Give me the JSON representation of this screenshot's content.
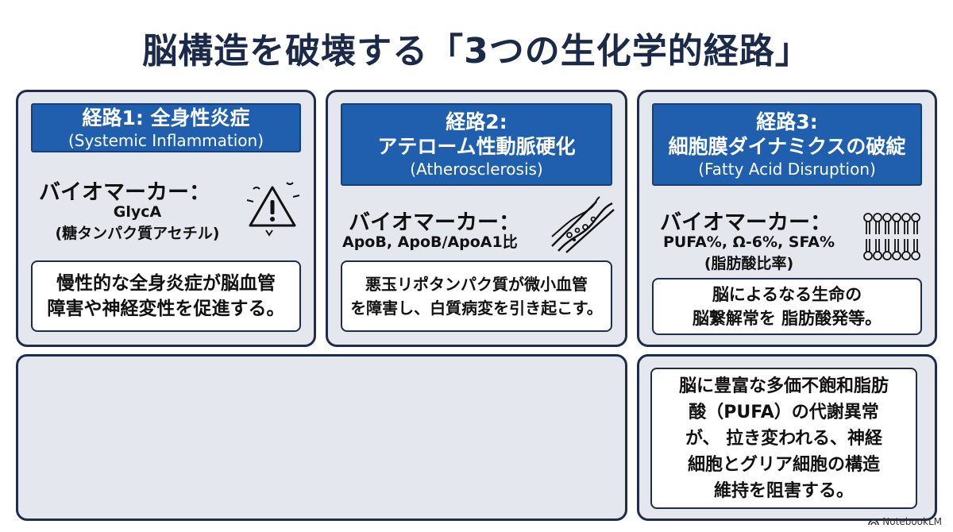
{
  "title": "脳構造を破壊する「3つの生化学的経路」",
  "bio_label": "バイオマーカー：",
  "pathways": [
    {
      "head_line1": "経路1: 全身性炎症",
      "head_line2": "(Systemic Inflammation)",
      "biomarkers": [
        "GlycA",
        "(糖タンパク質アセチル)"
      ],
      "icon": "warning-icon",
      "description": [
        "慢性的な全身炎症が脳血管",
        "障害や神経変性を促進する。"
      ]
    },
    {
      "head_line0": "経路2:",
      "head_line1": "アテローム性動脈硬化",
      "head_line2": "(Atherosclerosis)",
      "biomarkers": [
        "ApoB, ApoB/ApoA1比"
      ],
      "icon": "artery-icon",
      "description": [
        "悪玉リポタンパク質が微小血管",
        "を障害し、白質病変を引き起こす。"
      ]
    },
    {
      "head_line0": "経路3:",
      "head_line1": "細胞膜ダイナミクスの破綻",
      "head_line2": "(Fatty Acid Disruption)",
      "biomarkers": [
        "PUFA%, Ω-6%, SFA%",
        "(脂肪酸比率)"
      ],
      "icon": "cell-membrane-icon",
      "description": [
        "脳によるなる生命の",
        "脳繋解常を 脂肪酸発等。"
      ]
    }
  ],
  "extra_description": [
    "脳に豊富な多価不飽和脂肪",
    "酸（PUFA）の代謝異常",
    "が、 拉き変われる、神経",
    "細胞とグリア細胞の構造",
    "維持を阻害する。"
  ],
  "footer": "NotebookLM",
  "colors": {
    "header_blue": "#1f5fae",
    "border_navy": "#1f2d49",
    "card_bg": "#e4e8ee",
    "title": "#1a2a48"
  }
}
